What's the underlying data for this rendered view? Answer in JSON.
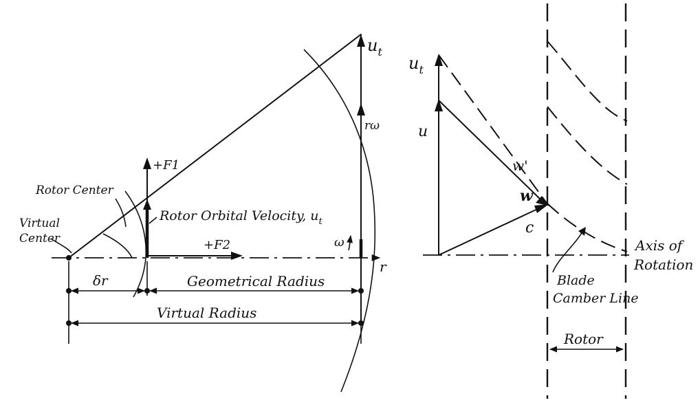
{
  "left_diagram": {
    "labels": {
      "rotor_center": "Rotor Center",
      "virtual_center_line1": "Virtual",
      "virtual_center_line2": "Center",
      "f1": "+F1",
      "f2": "+F2",
      "rotor_orbital_velocity": "Rotor Orbital Velocity, u",
      "rotor_orbital_velocity_sub": "t",
      "omega": "ω",
      "r_axis": "r",
      "u_t": "u",
      "u_t_sub": "t",
      "r_omega": "rω",
      "delta_r": "δr",
      "geometrical_radius": "Geometrical Radius",
      "virtual_radius": "Virtual Radius"
    }
  },
  "right_diagram": {
    "labels": {
      "u_t": "u",
      "u_t_sub": "t",
      "u": "u",
      "w_prime": "w'",
      "w": "w",
      "c": "c",
      "axis_line1": "Axis of",
      "axis_line2": "Rotation",
      "blade_line1": "Blade",
      "blade_line2": "Camber Line",
      "rotor": "Rotor"
    }
  }
}
